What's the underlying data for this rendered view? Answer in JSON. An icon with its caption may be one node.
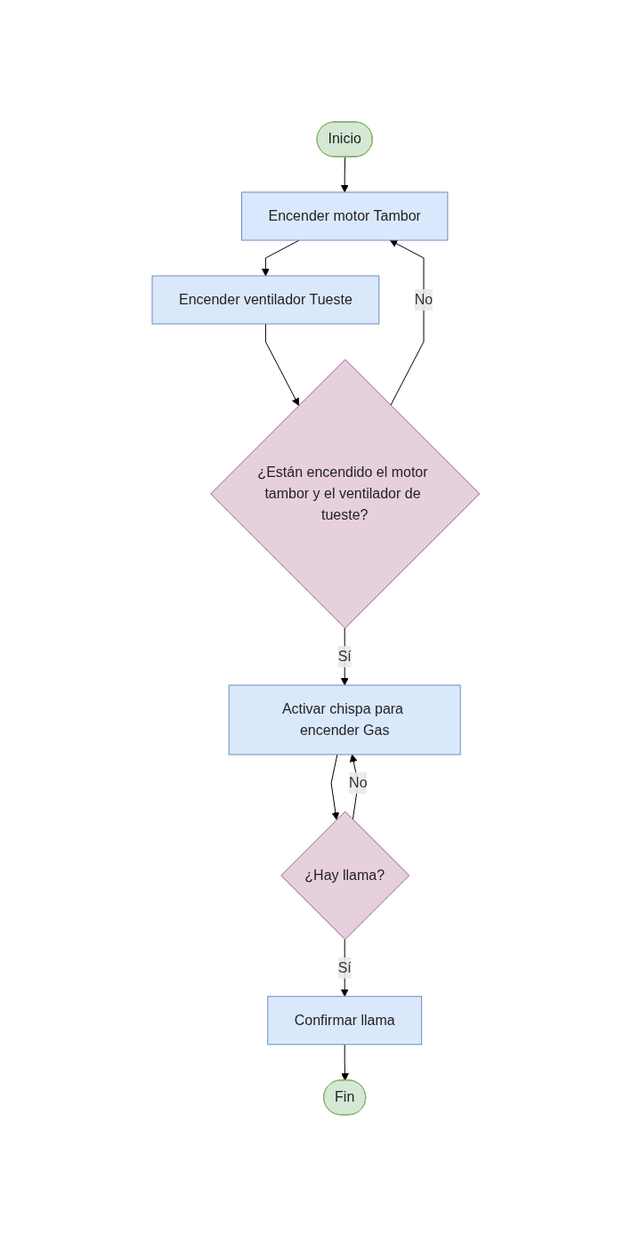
{
  "diagram": {
    "nodes": [
      {
        "text": [
          "Inicio"
        ]
      },
      {
        "text": [
          "Encender motor Tambor"
        ]
      },
      {
        "text": [
          "Encender ventilador Tueste"
        ]
      },
      {
        "text": [
          "¿Están encendido el motor tambor y el ventilador de tueste?"
        ]
      },
      {
        "text": [
          "Activar chispa para encender Gas"
        ]
      },
      {
        "text": [
          "¿Hay llama?"
        ]
      },
      {
        "text": [
          "Confirmar llama"
        ]
      },
      {
        "text": [
          "Fin"
        ]
      }
    ],
    "edges": [
      {
        "from": 0,
        "to": 1,
        "arrow": "to"
      },
      {
        "from": 1,
        "to": 2,
        "arrow": "to"
      },
      {
        "from": 2,
        "to": 3,
        "arrow": "to"
      },
      {
        "from": 3,
        "to": 1,
        "arrow": "to",
        "label": "No"
      },
      {
        "from": 3,
        "to": 4,
        "arrow": "to",
        "label": "Sí"
      },
      {
        "from": 4,
        "to": 5,
        "arrow": "to"
      },
      {
        "from": 5,
        "to": 4,
        "arrow": "to",
        "label": "No"
      },
      {
        "from": 5,
        "to": 6,
        "arrow": "to",
        "label": "Sí"
      },
      {
        "from": 6,
        "to": 7,
        "arrow": "to"
      }
    ]
  }
}
